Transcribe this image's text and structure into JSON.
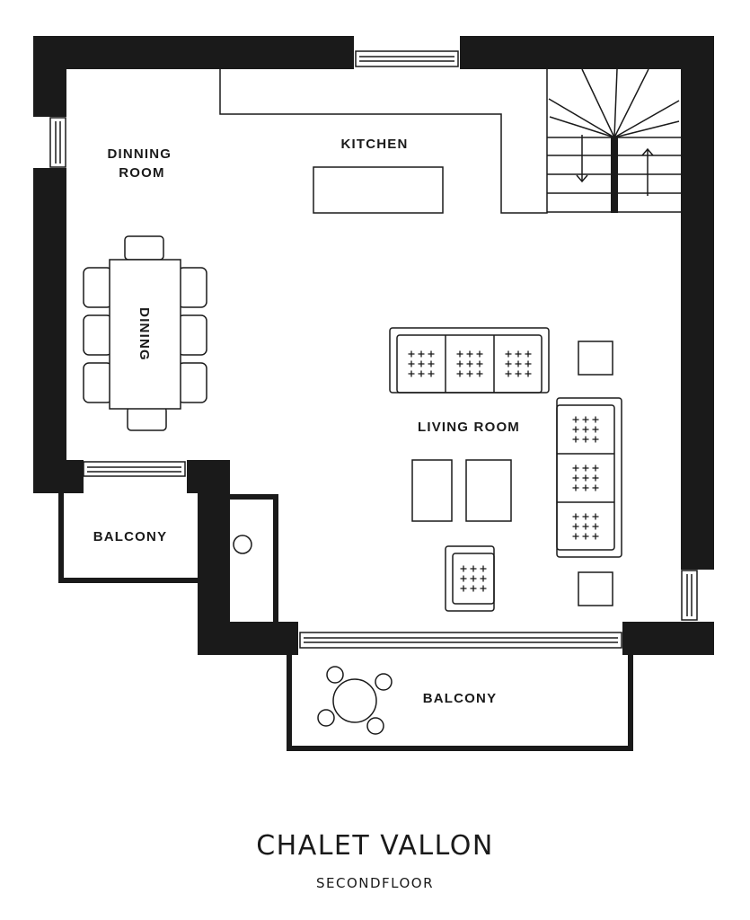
{
  "plan": {
    "rooms": {
      "dining_room": [
        "DINNING",
        "ROOM"
      ],
      "kitchen": "KITCHEN",
      "dining_table": "DINING",
      "living_room": "LIVING ROOM",
      "balcony_left": "BALCONY",
      "balcony_bottom": "BALCONY"
    },
    "colors": {
      "wall": "#1a1a1a",
      "line": "#1a1a1a",
      "background": "#ffffff"
    }
  },
  "footer": {
    "title": "CHALET VALLON",
    "subtitle": "SECONDFLOOR"
  }
}
